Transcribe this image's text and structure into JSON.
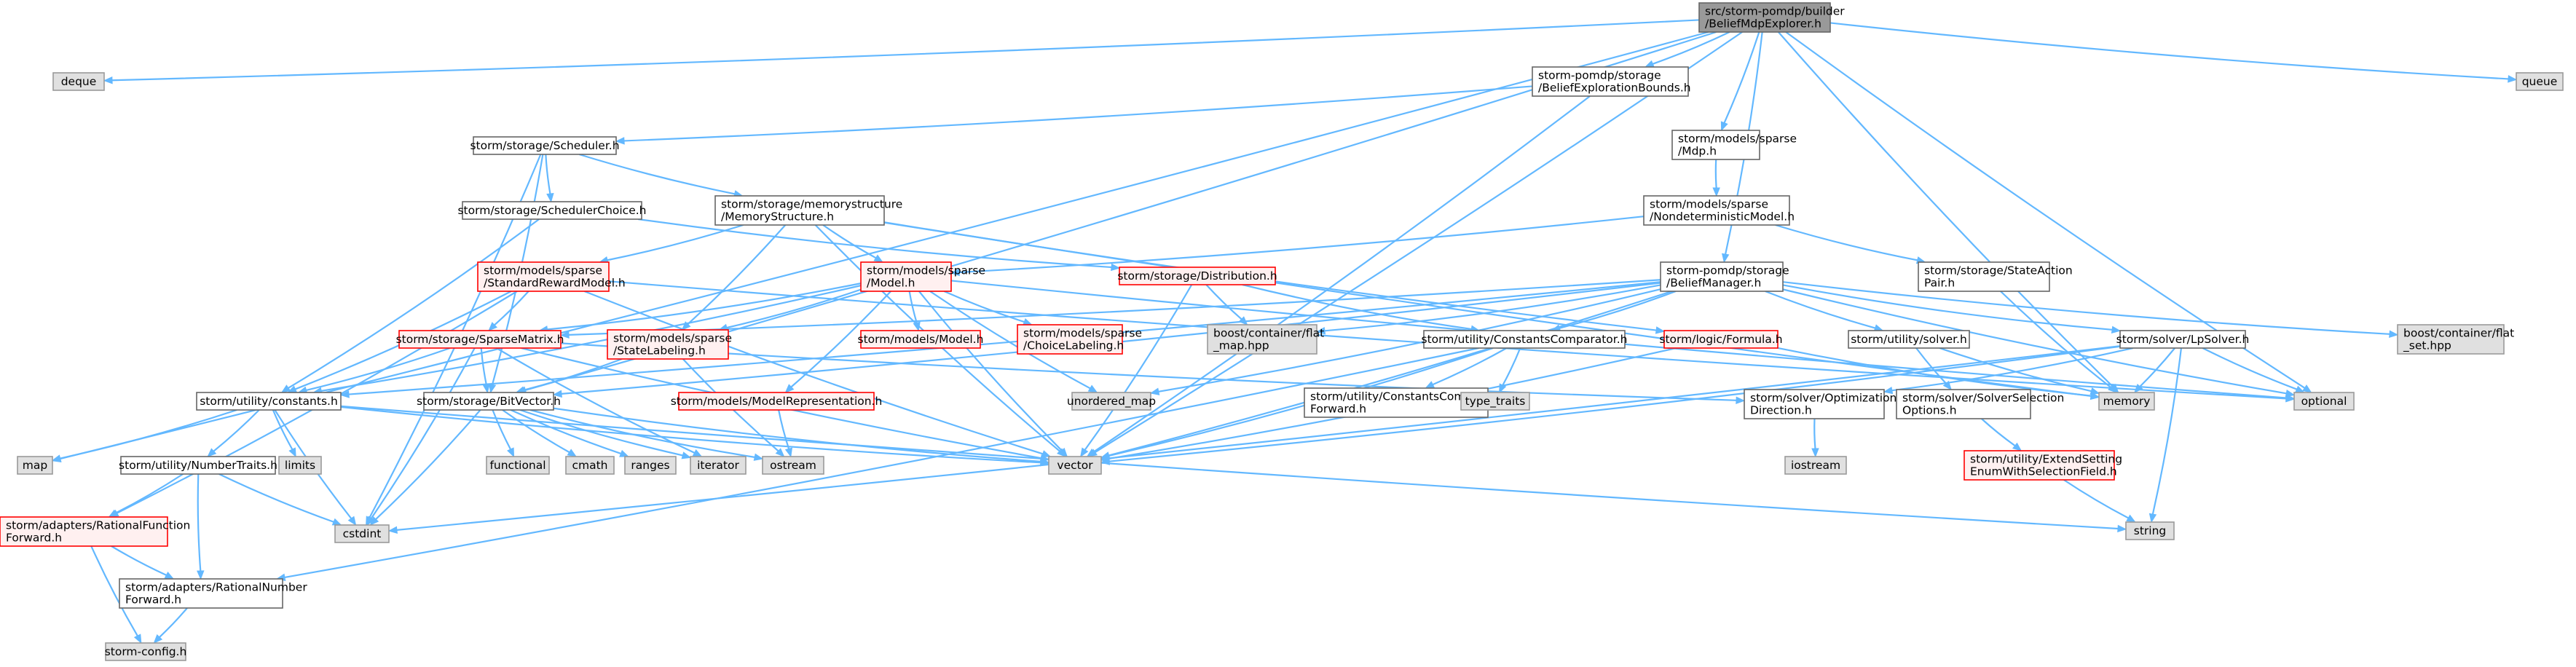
{
  "colors": {
    "root_fill": "#999999",
    "root_border": "#666666",
    "doc_fill": "#ffffff",
    "doc_border": "#666666",
    "system_fill": "#e0e0e0",
    "system_border": "#999999",
    "incomplete_fill": "#fff0f0",
    "incomplete_border": "#ff0000",
    "edge": "#63b8ff"
  },
  "nodes": [
    {
      "id": "root",
      "kind": "root",
      "lines": [
        "src/storm-pomdp/builder",
        "/BeliefMdpExplorer.h"
      ]
    },
    {
      "id": "deque",
      "kind": "system",
      "lines": [
        "deque"
      ]
    },
    {
      "id": "queue",
      "kind": "system",
      "lines": [
        "queue"
      ]
    },
    {
      "id": "bounds",
      "kind": "doc",
      "lines": [
        "storm-pomdp/storage",
        "/BeliefExplorationBounds.h"
      ]
    },
    {
      "id": "scheduler",
      "kind": "doc",
      "lines": [
        "storm/storage/Scheduler.h"
      ]
    },
    {
      "id": "mdp",
      "kind": "doc",
      "lines": [
        "storm/models/sparse",
        "/Mdp.h"
      ]
    },
    {
      "id": "schedchoice",
      "kind": "doc",
      "lines": [
        "storm/storage/SchedulerChoice.h"
      ]
    },
    {
      "id": "memstruct",
      "kind": "doc",
      "lines": [
        "storm/storage/memorystructure",
        "/MemoryStructure.h"
      ]
    },
    {
      "id": "ndmodel",
      "kind": "doc",
      "lines": [
        "storm/models/sparse",
        "/NondeterministicModel.h"
      ]
    },
    {
      "id": "srm",
      "kind": "incomplete",
      "lines": [
        "storm/models/sparse",
        "/StandardRewardModel.h"
      ]
    },
    {
      "id": "model",
      "kind": "incomplete",
      "lines": [
        "storm/models/sparse",
        "/Model.h"
      ]
    },
    {
      "id": "distribution",
      "kind": "incomplete",
      "lines": [
        "storm/storage/Distribution.h"
      ]
    },
    {
      "id": "beliefmanager",
      "kind": "doc",
      "lines": [
        "storm-pomdp/storage",
        "/BeliefManager.h"
      ]
    },
    {
      "id": "stateaction",
      "kind": "doc",
      "lines": [
        "storm/storage/StateAction",
        "Pair.h"
      ]
    },
    {
      "id": "sparsematrix",
      "kind": "incomplete",
      "lines": [
        "storm/storage/SparseMatrix.h"
      ]
    },
    {
      "id": "statelabeling",
      "kind": "incomplete",
      "lines": [
        "storm/models/sparse",
        "/StateLabeling.h"
      ]
    },
    {
      "id": "modelh",
      "kind": "incomplete",
      "lines": [
        "storm/models/Model.h"
      ]
    },
    {
      "id": "choicelabeling",
      "kind": "incomplete",
      "lines": [
        "storm/models/sparse",
        "/ChoiceLabeling.h"
      ]
    },
    {
      "id": "flatmap",
      "kind": "system",
      "lines": [
        "boost/container/flat",
        "_map.hpp"
      ]
    },
    {
      "id": "constcomp",
      "kind": "doc",
      "lines": [
        "storm/utility/ConstantsComparator.h"
      ]
    },
    {
      "id": "formula",
      "kind": "incomplete",
      "lines": [
        "storm/logic/Formula.h"
      ]
    },
    {
      "id": "solverh",
      "kind": "doc",
      "lines": [
        "storm/utility/solver.h"
      ]
    },
    {
      "id": "lpsolver",
      "kind": "doc",
      "lines": [
        "storm/solver/LpSolver.h"
      ]
    },
    {
      "id": "flatset",
      "kind": "system",
      "lines": [
        "boost/container/flat",
        "_set.hpp"
      ]
    },
    {
      "id": "optional",
      "kind": "system",
      "lines": [
        "optional"
      ]
    },
    {
      "id": "constants",
      "kind": "doc",
      "lines": [
        "storm/utility/constants.h"
      ]
    },
    {
      "id": "bitvector",
      "kind": "doc",
      "lines": [
        "storm/storage/BitVector.h"
      ]
    },
    {
      "id": "modelrep",
      "kind": "incomplete",
      "lines": [
        "storm/models/ModelRepresentation.h"
      ]
    },
    {
      "id": "unordered",
      "kind": "system",
      "lines": [
        "unordered_map"
      ]
    },
    {
      "id": "constcompfwd",
      "kind": "doc",
      "lines": [
        "storm/utility/ConstantsComparator",
        "Forward.h"
      ]
    },
    {
      "id": "typetraits",
      "kind": "system",
      "lines": [
        "type_traits"
      ]
    },
    {
      "id": "optdir",
      "kind": "doc",
      "lines": [
        "storm/solver/Optimization",
        "Direction.h"
      ]
    },
    {
      "id": "solversel",
      "kind": "doc",
      "lines": [
        "storm/solver/SolverSelection",
        "Options.h"
      ]
    },
    {
      "id": "memory",
      "kind": "system",
      "lines": [
        "memory"
      ]
    },
    {
      "id": "map",
      "kind": "system",
      "lines": [
        "map"
      ]
    },
    {
      "id": "limits",
      "kind": "system",
      "lines": [
        "limits"
      ]
    },
    {
      "id": "numbertraits",
      "kind": "doc",
      "lines": [
        "storm/utility/NumberTraits.h"
      ]
    },
    {
      "id": "functional",
      "kind": "system",
      "lines": [
        "functional"
      ]
    },
    {
      "id": "cmath",
      "kind": "system",
      "lines": [
        "cmath"
      ]
    },
    {
      "id": "ranges",
      "kind": "system",
      "lines": [
        "ranges"
      ]
    },
    {
      "id": "iterator",
      "kind": "system",
      "lines": [
        "iterator"
      ]
    },
    {
      "id": "ostream",
      "kind": "system",
      "lines": [
        "ostream"
      ]
    },
    {
      "id": "vector",
      "kind": "system",
      "lines": [
        "vector"
      ]
    },
    {
      "id": "iostream",
      "kind": "system",
      "lines": [
        "iostream"
      ]
    },
    {
      "id": "extsetting",
      "kind": "incomplete",
      "lines": [
        "storm/utility/ExtendSetting",
        "EnumWithSelectionField.h"
      ]
    },
    {
      "id": "string",
      "kind": "system",
      "lines": [
        "string"
      ]
    },
    {
      "id": "rffwd",
      "kind": "incomplete",
      "lines": [
        "storm/adapters/RationalFunction",
        "Forward.h"
      ]
    },
    {
      "id": "cstdint",
      "kind": "system",
      "lines": [
        "cstdint"
      ]
    },
    {
      "id": "rnfwd",
      "kind": "doc",
      "lines": [
        "storm/adapters/RationalNumber",
        "Forward.h"
      ]
    },
    {
      "id": "stormconfig",
      "kind": "system",
      "lines": [
        "storm-config.h"
      ]
    }
  ],
  "edges": [
    [
      "root",
      "deque"
    ],
    [
      "root",
      "queue"
    ],
    [
      "root",
      "bounds"
    ],
    [
      "root",
      "mdp"
    ],
    [
      "root",
      "beliefmanager"
    ],
    [
      "root",
      "bitvector"
    ],
    [
      "root",
      "map"
    ],
    [
      "root",
      "memory"
    ],
    [
      "root",
      "optional"
    ],
    [
      "root",
      "vector"
    ],
    [
      "bounds",
      "scheduler"
    ],
    [
      "bounds",
      "vector"
    ],
    [
      "scheduler",
      "schedchoice"
    ],
    [
      "scheduler",
      "memstruct"
    ],
    [
      "scheduler",
      "bitvector"
    ],
    [
      "scheduler",
      "cstdint"
    ],
    [
      "mdp",
      "ndmodel"
    ],
    [
      "schedchoice",
      "constants"
    ],
    [
      "schedchoice",
      "distribution"
    ],
    [
      "memstruct",
      "srm"
    ],
    [
      "memstruct",
      "model"
    ],
    [
      "memstruct",
      "statelabeling"
    ],
    [
      "memstruct",
      "formula"
    ],
    [
      "memstruct",
      "memory"
    ],
    [
      "memstruct",
      "vector"
    ],
    [
      "ndmodel",
      "model"
    ],
    [
      "ndmodel",
      "stateaction"
    ],
    [
      "srm",
      "sparsematrix"
    ],
    [
      "srm",
      "constants"
    ],
    [
      "srm",
      "optional"
    ],
    [
      "srm",
      "vector"
    ],
    [
      "srm",
      "rffwd"
    ],
    [
      "model",
      "sparsematrix"
    ],
    [
      "model",
      "statelabeling"
    ],
    [
      "model",
      "modelh"
    ],
    [
      "model",
      "choicelabeling"
    ],
    [
      "model",
      "modelrep"
    ],
    [
      "model",
      "constants"
    ],
    [
      "model",
      "unordered"
    ],
    [
      "model",
      "vector"
    ],
    [
      "model",
      "optional"
    ],
    [
      "distribution",
      "flatmap"
    ],
    [
      "distribution",
      "constcomp"
    ],
    [
      "distribution",
      "vector"
    ],
    [
      "beliefmanager",
      "flatmap"
    ],
    [
      "beliefmanager",
      "flatset"
    ],
    [
      "beliefmanager",
      "constcomp"
    ],
    [
      "beliefmanager",
      "solverh"
    ],
    [
      "beliefmanager",
      "lpsolver"
    ],
    [
      "beliefmanager",
      "optional"
    ],
    [
      "beliefmanager",
      "sparsematrix"
    ],
    [
      "beliefmanager",
      "constants"
    ],
    [
      "beliefmanager",
      "bitvector"
    ],
    [
      "beliefmanager",
      "unordered"
    ],
    [
      "beliefmanager",
      "vector"
    ],
    [
      "stateaction",
      "memory"
    ],
    [
      "sparsematrix",
      "bitvector"
    ],
    [
      "sparsematrix",
      "constants"
    ],
    [
      "sparsematrix",
      "optdir"
    ],
    [
      "sparsematrix",
      "iterator"
    ],
    [
      "sparsematrix",
      "cstdint"
    ],
    [
      "sparsematrix",
      "vector"
    ],
    [
      "statelabeling",
      "bitvector"
    ],
    [
      "statelabeling",
      "ostream"
    ],
    [
      "constcomp",
      "constcompfwd"
    ],
    [
      "constcomp",
      "typetraits"
    ],
    [
      "constcomp",
      "vector"
    ],
    [
      "constcomp",
      "rnfwd"
    ],
    [
      "formula",
      "memory"
    ],
    [
      "formula",
      "vector"
    ],
    [
      "solverh",
      "solversel"
    ],
    [
      "solverh",
      "memory"
    ],
    [
      "lpsolver",
      "optdir"
    ],
    [
      "lpsolver",
      "memory"
    ],
    [
      "lpsolver",
      "optional"
    ],
    [
      "lpsolver",
      "string"
    ],
    [
      "lpsolver",
      "vector"
    ],
    [
      "lpsolver",
      "cstdint"
    ],
    [
      "constants",
      "map"
    ],
    [
      "constants",
      "limits"
    ],
    [
      "constants",
      "numbertraits"
    ],
    [
      "constants",
      "cstdint"
    ],
    [
      "constants",
      "vector"
    ],
    [
      "constants",
      "string"
    ],
    [
      "bitvector",
      "functional"
    ],
    [
      "bitvector",
      "cmath"
    ],
    [
      "bitvector",
      "ranges"
    ],
    [
      "bitvector",
      "iterator"
    ],
    [
      "bitvector",
      "ostream"
    ],
    [
      "bitvector",
      "vector"
    ],
    [
      "bitvector",
      "cstdint"
    ],
    [
      "modelrep",
      "ostream"
    ],
    [
      "optdir",
      "iostream"
    ],
    [
      "solversel",
      "extsetting"
    ],
    [
      "extsetting",
      "string"
    ],
    [
      "numbertraits",
      "rffwd"
    ],
    [
      "numbertraits",
      "rnfwd"
    ],
    [
      "numbertraits",
      "cstdint"
    ],
    [
      "rffwd",
      "rnfwd"
    ],
    [
      "rffwd",
      "stormconfig"
    ],
    [
      "rnfwd",
      "stormconfig"
    ]
  ]
}
